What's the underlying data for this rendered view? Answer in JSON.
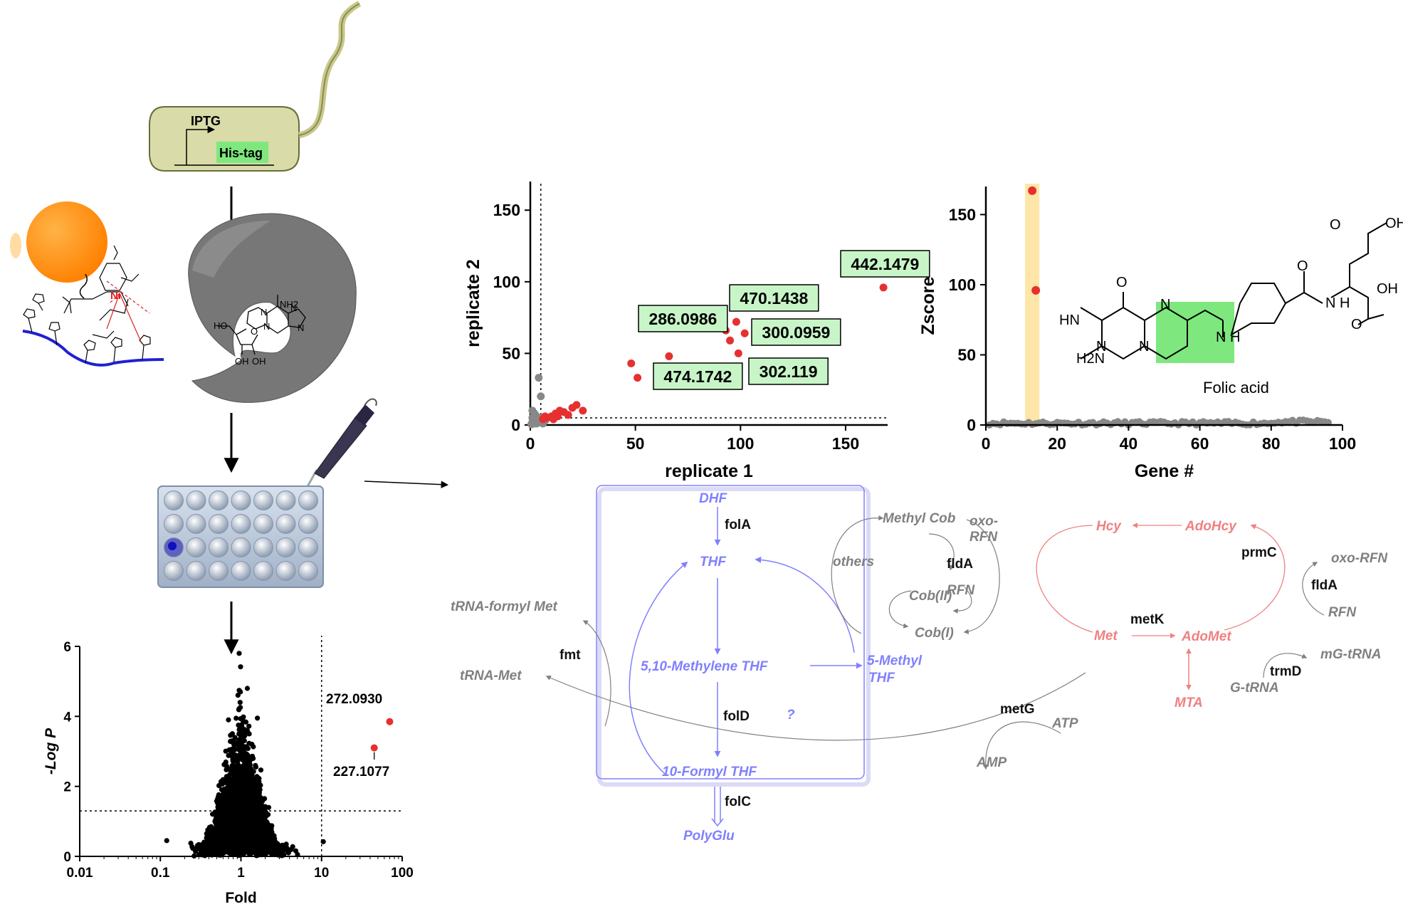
{
  "workflow": {
    "promoter_label": "IPTG",
    "tag_label": "His-tag",
    "metal_label": "Ni",
    "ligand_atoms": {
      "amine": "NH2",
      "n1": "N",
      "n2": "N",
      "n3": "N",
      "n4": "N",
      "ho": "HO",
      "o": "O",
      "oh1": "OH",
      "oh2": "OH"
    }
  },
  "volcano": {
    "chart_data": {
      "type": "scatter",
      "xlabel": "Fold",
      "ylabel": "-Log P",
      "x_scale": "log",
      "xlim": [
        0.01,
        100
      ],
      "ylim": [
        0,
        6
      ],
      "x_ticks": [
        "0.01",
        "0.1",
        "1",
        "10",
        "100"
      ],
      "y_ticks": [
        "0",
        "2",
        "4",
        "6"
      ],
      "threshold_y": 1.3,
      "threshold_x": 10,
      "highlighted": [
        {
          "label": "272.0930",
          "x": 70,
          "y": 3.85
        },
        {
          "label": "227.1077",
          "x": 45,
          "y": 3.1
        }
      ],
      "background_points": "dense cloud of black points centered near fold 1, -log P 0 to 6"
    }
  },
  "replicates": {
    "chart_data": {
      "type": "scatter",
      "xlabel": "replicate 1",
      "ylabel": "replicate 2",
      "xlim": [
        0,
        170
      ],
      "ylim": [
        0,
        170
      ],
      "x_ticks": [
        "0",
        "50",
        "100",
        "150"
      ],
      "y_ticks": [
        "0",
        "50",
        "100",
        "150"
      ],
      "threshold_x": 5,
      "threshold_y": 5,
      "labels": [
        "442.1479",
        "470.1438",
        "286.0986",
        "300.0959",
        "302.119",
        "474.1742"
      ],
      "red_points": [
        [
          168,
          96
        ],
        [
          48,
          43
        ],
        [
          51,
          33
        ],
        [
          66,
          48
        ],
        [
          93,
          66
        ],
        [
          98,
          72
        ],
        [
          95,
          59
        ],
        [
          102,
          64
        ],
        [
          99,
          50
        ],
        [
          8,
          5
        ],
        [
          10,
          6
        ],
        [
          12,
          8
        ],
        [
          14,
          10
        ],
        [
          16,
          9
        ],
        [
          18,
          7
        ],
        [
          20,
          12
        ],
        [
          22,
          14
        ],
        [
          25,
          10
        ],
        [
          6,
          4
        ],
        [
          11,
          4
        ],
        [
          7,
          6
        ],
        [
          13,
          6
        ]
      ],
      "grey_points": [
        [
          1,
          2
        ],
        [
          2,
          4
        ],
        [
          3,
          6
        ],
        [
          4,
          33
        ],
        [
          5,
          20
        ],
        [
          1,
          10
        ],
        [
          2,
          8
        ],
        [
          3,
          1
        ],
        [
          4,
          3
        ],
        [
          6,
          2
        ],
        [
          2,
          1
        ],
        [
          1,
          5
        ],
        [
          3,
          3
        ],
        [
          5,
          5
        ],
        [
          0.5,
          0.5
        ],
        [
          7,
          3
        ],
        [
          6,
          1
        ]
      ]
    }
  },
  "zscore": {
    "chart_data": {
      "type": "scatter",
      "xlabel": "Gene #",
      "ylabel": "Zscore",
      "xlim": [
        0,
        100
      ],
      "ylim": [
        0,
        170
      ],
      "x_ticks": [
        "0",
        "20",
        "40",
        "60",
        "80",
        "100"
      ],
      "y_ticks": [
        "0",
        "50",
        "100",
        "150"
      ],
      "highlight_band_x": [
        11,
        15
      ],
      "red_points": [
        [
          13,
          167
        ],
        [
          14,
          96
        ]
      ],
      "grey_baseline_n": 96
    },
    "molecule": {
      "name": "Folic acid",
      "atoms": {
        "oh_top": "OH",
        "o_top": "O",
        "o_mid": "O",
        "nh": "N\nH",
        "oh_right": "OH",
        "o_right": "O",
        "hn": "HN",
        "n1": "N",
        "n2": "N",
        "n3": "N",
        "h2n": "H2N",
        "nh_link": "N\nH",
        "o_ring": "O"
      }
    }
  },
  "pathway": {
    "blue": {
      "DHF": "DHF",
      "THF": "THF",
      "methylene": "5,10-Methylene THF",
      "methyl5a": "5-Methyl",
      "methyl5b": "THF",
      "formyl10": "10-Formyl THF",
      "polyglu": "PolyGlu",
      "question": "?"
    },
    "grey": {
      "methylcob": "Methyl Cob",
      "oxo1": "oxo-",
      "oxo2": "RFN",
      "others": "others",
      "rfn": "RFN",
      "cob2": "Cob(II)",
      "cob1": "Cob(I)",
      "trnaformyl": "tRNA-formyl Met",
      "trnamet": "tRNA-Met",
      "oxorfn2": "oxo-RFN",
      "rfn2": "RFN",
      "mgtrna": "mG-tRNA",
      "gtrna": "G-tRNA",
      "atp": "ATP",
      "amp": "AMP"
    },
    "red": {
      "hcy": "Hcy",
      "adohcy": "AdoHcy",
      "met": "Met",
      "adomet": "AdoMet",
      "mta": "MTA"
    },
    "enzymes": {
      "folA": "folA",
      "fldA1": "fldA",
      "fmt": "fmt",
      "folD": "folD",
      "folC": "folC",
      "metG": "metG",
      "metK": "metK",
      "prmC": "prmC",
      "fldA2": "fldA",
      "trmD": "trmD"
    },
    "colors": {
      "blue": "#8080ff",
      "grey": "#808080",
      "red": "#f08080",
      "orange": "#ff8c00",
      "green": "#c8f5c8"
    }
  }
}
